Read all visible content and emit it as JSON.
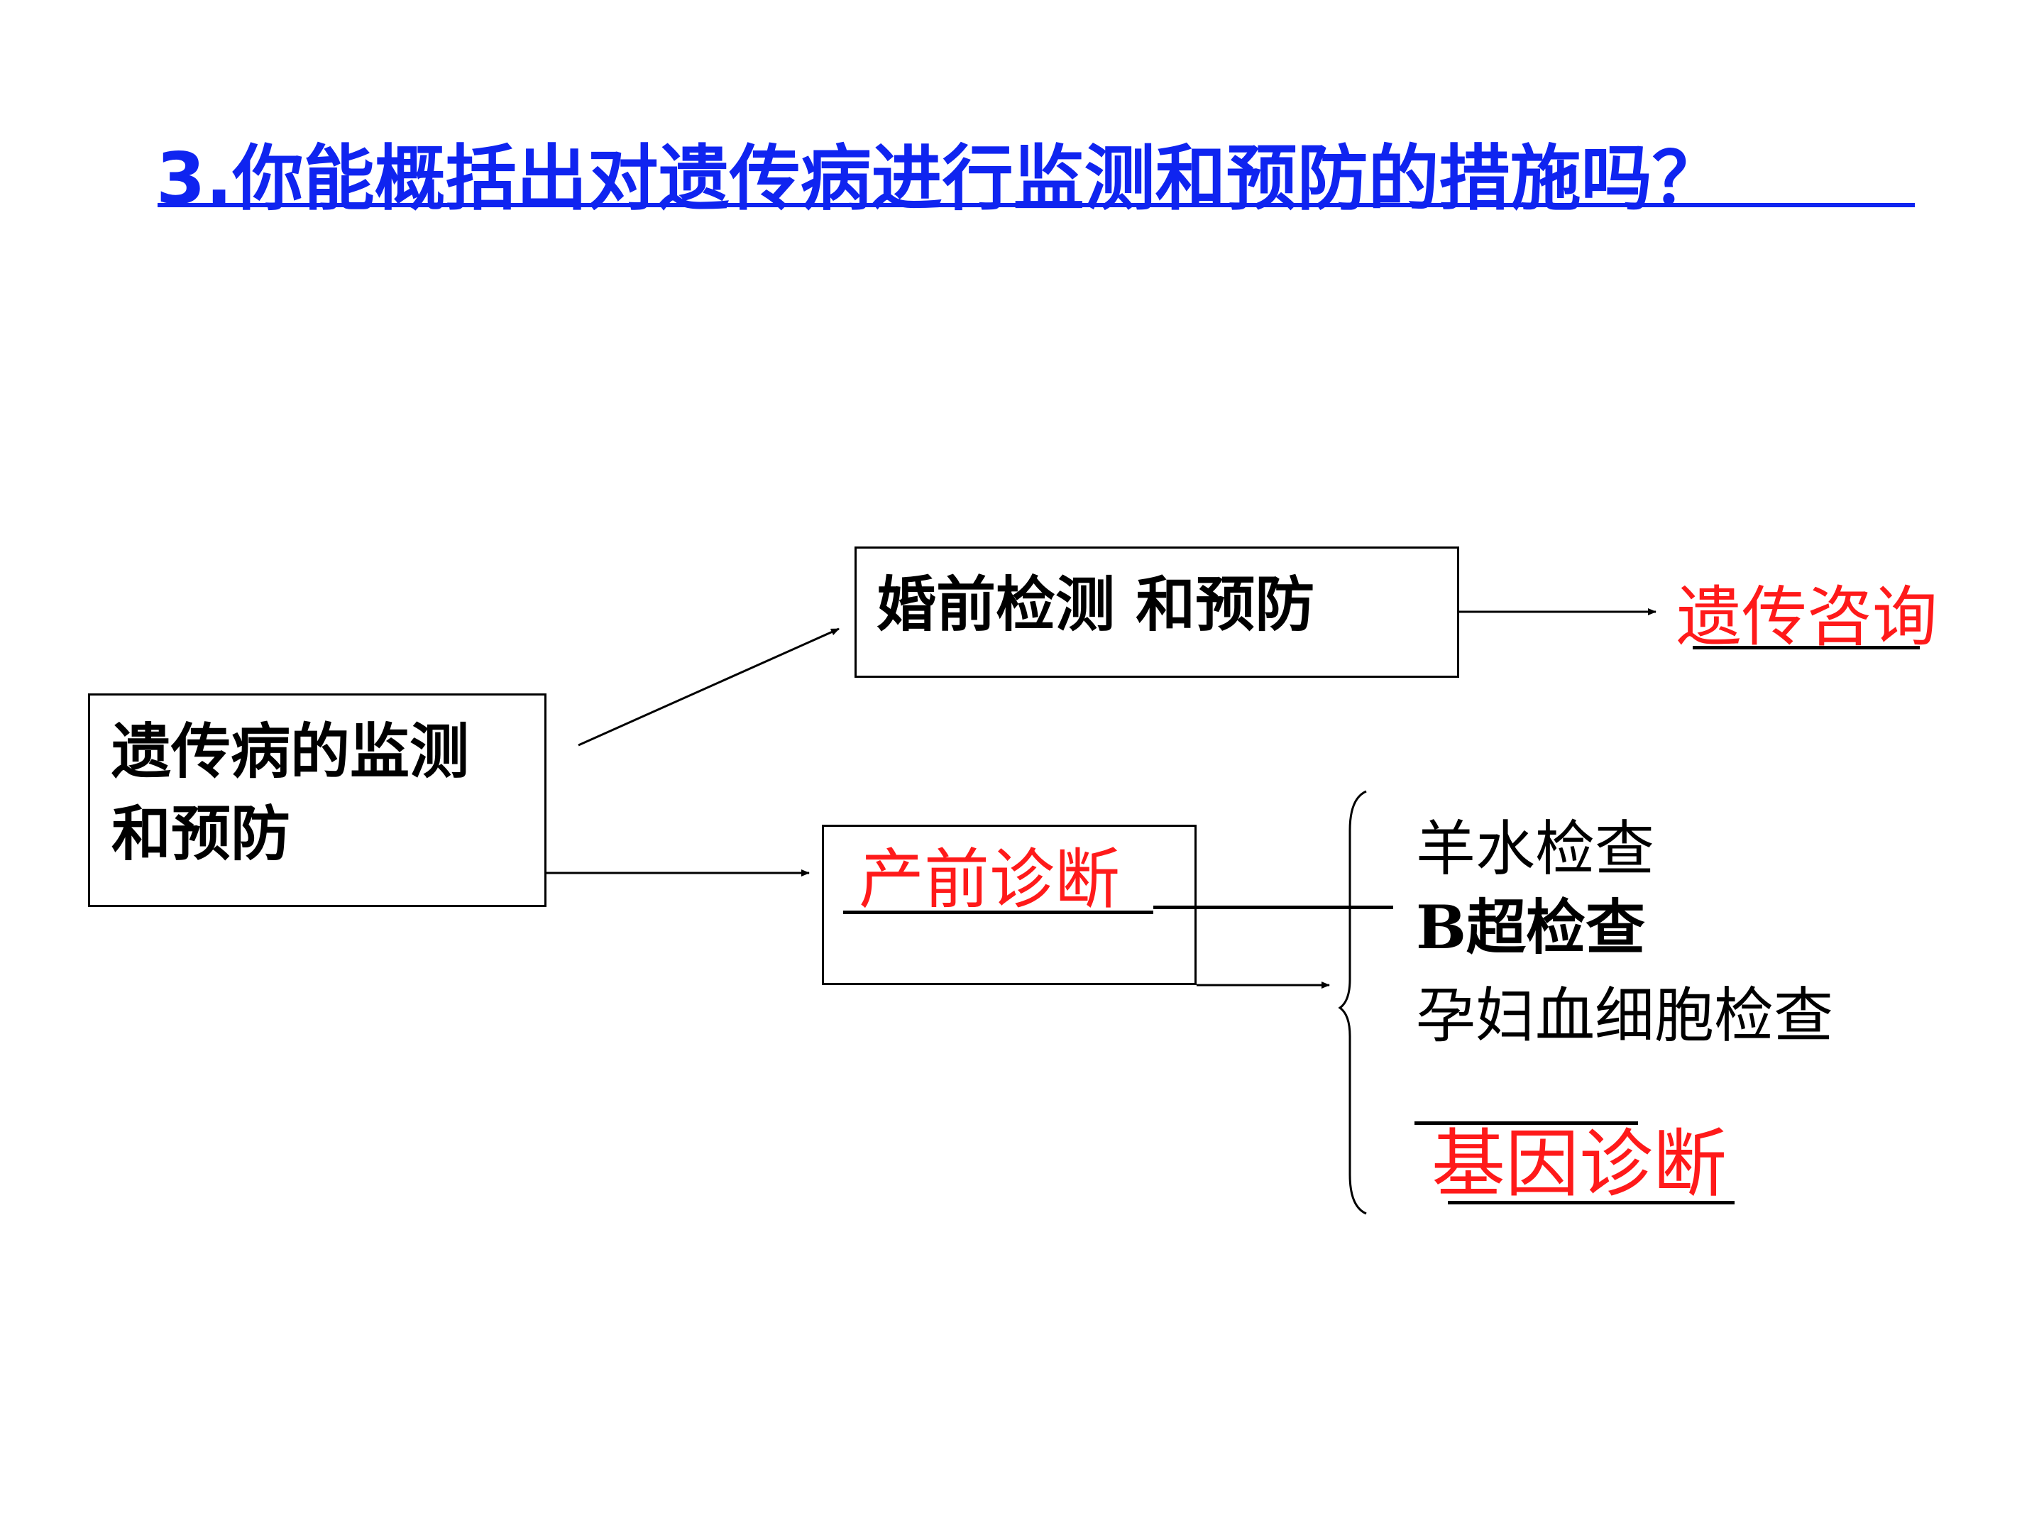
{
  "title": "3.你能概括出对遗传病进行监测和预防的措施吗？",
  "diagram": {
    "root": "遗传病的监测和预防",
    "root_line1": "遗传病的监测",
    "root_line2": "和预防",
    "branch_premarital": "婚前检测 和预防",
    "answer_premarital": "遗传咨询",
    "branch_prenatal": "产前诊断",
    "prenatal_methods": [
      "羊水检查",
      "B超检查",
      "孕妇血细胞检查"
    ],
    "answer_prenatal": "基因诊断"
  },
  "colors": {
    "title": "#0f24f0",
    "answer": "#ff1a1a",
    "text": "#000000"
  }
}
